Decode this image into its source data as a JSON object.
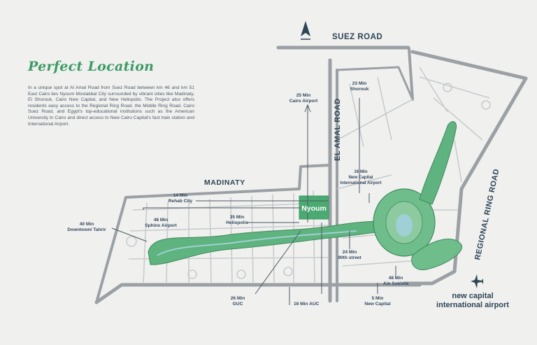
{
  "heading": "Perfect Location",
  "description": "In a unique spot at Al Amal Road from Suez Road between km 46 and km 51 East Cairo lies Nyoum Mostakbal City surrounded by vibrant cities like Madinaty, El Shorouk, Cairo New Capital, and New Heliopolis. The Project also offers residents easy access to the Regional Ring Road, the Middle Ring Road, Cairo Suez Road, and Egypt's top-educational institutions such as the American University In Cairo and direct access to New Cairo Capital's fast train station and International Airport.",
  "roads": {
    "suez": "SUEZ ROAD",
    "el_amal": "EL AMAL ROAD",
    "regional_ring": "REGIONAL RING ROAD",
    "madinaty": "MADINATY"
  },
  "project_logo": "Nyoum",
  "airport_label": {
    "line1": "new capital",
    "line2": "international airport"
  },
  "destinations": [
    {
      "id": "cairo-airport",
      "time": "25 Min",
      "place": "Cairo Airport"
    },
    {
      "id": "shorouk",
      "time": "23 Min",
      "place": "Shorouk"
    },
    {
      "id": "new-capital-airport",
      "time": "16 Min",
      "place": "New Capital International Airport"
    },
    {
      "id": "rehab-city",
      "time": "14 Min",
      "place": "Rehab City"
    },
    {
      "id": "sphinx-airport",
      "time": "48 Min",
      "place": "Sphinx Airport"
    },
    {
      "id": "heliopolis",
      "time": "35 Min",
      "place": "Heliopolis"
    },
    {
      "id": "downtown-tahrir",
      "time": "40 Min",
      "place": "Downtown/ Tahrir"
    },
    {
      "id": "90th-street",
      "time": "24 Min",
      "place": "90th street"
    },
    {
      "id": "ain-sokhna",
      "time": "48 Min",
      "place": "Ain Sokhna"
    },
    {
      "id": "guc",
      "time": "26 Min",
      "place": "GUC"
    },
    {
      "id": "auc",
      "time": "16 Min AUC",
      "place": ""
    },
    {
      "id": "new-capital",
      "time": "5 Min",
      "place": "New Capital"
    }
  ],
  "icons": [
    "north-arrow-icon",
    "airplane-icon"
  ],
  "colors": {
    "title_green": "#3c9a66",
    "project_green": "#4aaa72",
    "road_gray": "#9aa0a4",
    "text": "#34495e"
  }
}
